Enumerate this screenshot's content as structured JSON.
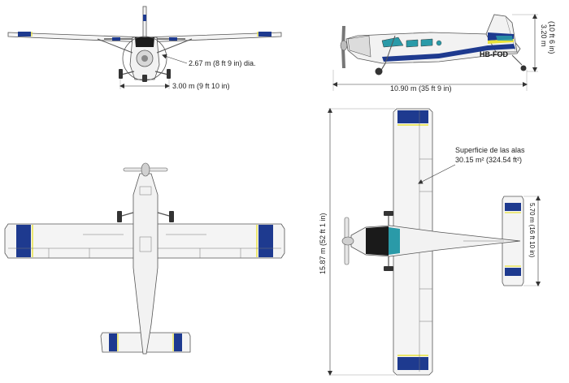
{
  "colors": {
    "blue": "#1e3a8f",
    "yellow": "#e8e23a",
    "teal": "#2a9aa8",
    "dark": "#1a1a1a",
    "outline": "#555555"
  },
  "front_view": {
    "propeller_dia": "2.67 m (8 ft 9 in) dia.",
    "track": "3.00 m (9 ft 10 in)"
  },
  "side_view": {
    "height": "3.20 m",
    "height_ft": "(10 ft 6 in)",
    "length": "10.90 m (35 ft 9 in)",
    "registration": "HB-FOD"
  },
  "top_view": {
    "span": "15.87 m (52 ft 1 in)",
    "stab_span": "5.70 m (16 ft 10 in)",
    "wing_area_label": "Superficie de las alas",
    "wing_area_m2": "30.15 m² (324.54 ft²)"
  }
}
